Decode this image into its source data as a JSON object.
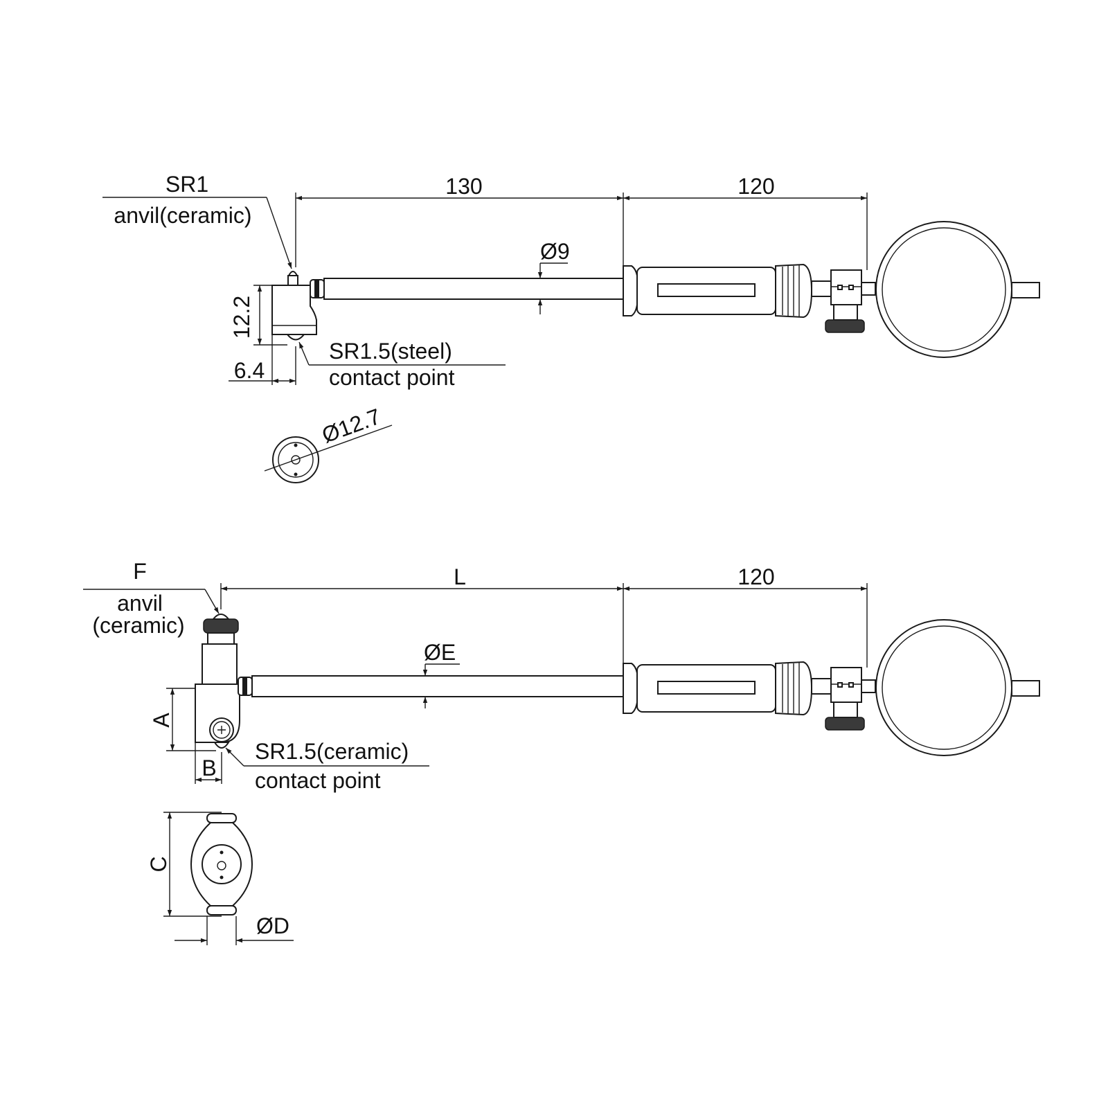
{
  "top_view": {
    "anvil_radius": "SR1",
    "anvil_label": "anvil(ceramic)",
    "length_dim": "130",
    "handle_dim": "120",
    "rod_diameter": "Ø9",
    "height_dim": "12.2",
    "offset_dim": "6.4",
    "contact_radius": "SR1.5(steel)",
    "contact_label": "contact point",
    "head_diameter": "Ø12.7"
  },
  "bottom_view": {
    "anvil_radius": "F",
    "anvil_label_line1": "anvil",
    "anvil_label_line2": "(ceramic)",
    "length_dim": "L",
    "handle_dim": "120",
    "rod_diameter": "ØE",
    "height_dim": "A",
    "offset_dim": "B",
    "contact_radius": "SR1.5(ceramic)",
    "contact_label": "contact point",
    "head_height_dim": "C",
    "head_diameter": "ØD"
  }
}
